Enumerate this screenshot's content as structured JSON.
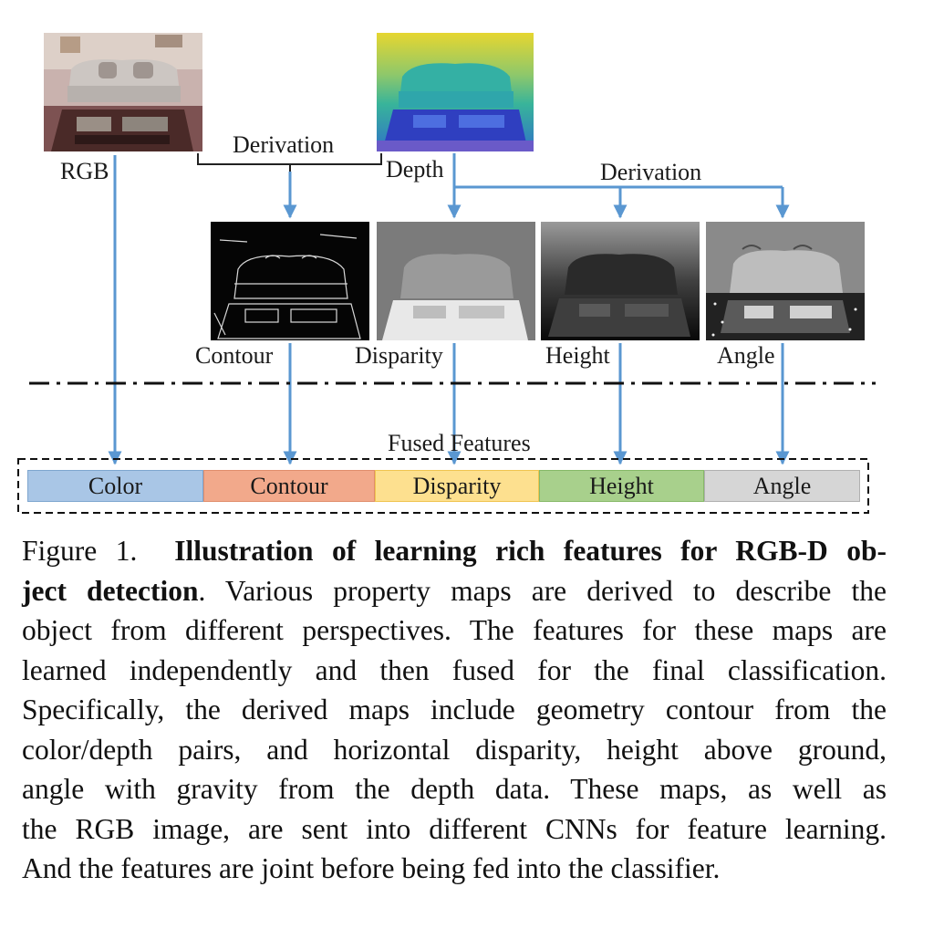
{
  "diagram": {
    "inputs": {
      "rgb_label": "RGB",
      "depth_label": "Depth"
    },
    "derivation_labels": [
      "Derivation",
      "Derivation"
    ],
    "derived_maps": [
      {
        "label": "Contour"
      },
      {
        "label": "Disparity"
      },
      {
        "label": "Height"
      },
      {
        "label": "Angle"
      }
    ],
    "fused_label": "Fused Features",
    "feature_segments": [
      {
        "label": "Color",
        "color": "#a9c6e6"
      },
      {
        "label": "Contour",
        "color": "#f2a98b"
      },
      {
        "label": "Disparity",
        "color": "#fde08f"
      },
      {
        "label": "Height",
        "color": "#a8d08c"
      },
      {
        "label": "Angle",
        "color": "#d6d6d6"
      }
    ],
    "arrow_color": "#5a97d1"
  },
  "caption": {
    "figure_label": "Figure 1.",
    "title_part1": "Illustration of learning rich features for RGB-D ob-",
    "title_part2": "ject detection",
    "line2_rest": ". Various property maps are derived to describe the",
    "line3": "object from different perspectives. The features for these maps are",
    "line4": "learned independently and then fused for the final classification.",
    "line5": "Specifically, the derived maps include geometry contour from the",
    "line6": "color/depth pairs, and horizontal disparity, height above ground,",
    "line7": "angle with gravity from the depth data.  These maps, as well as",
    "line8": "the RGB image, are sent into different CNNs for feature learning.",
    "line9": "And the features are joint before being fed into the classifier."
  }
}
